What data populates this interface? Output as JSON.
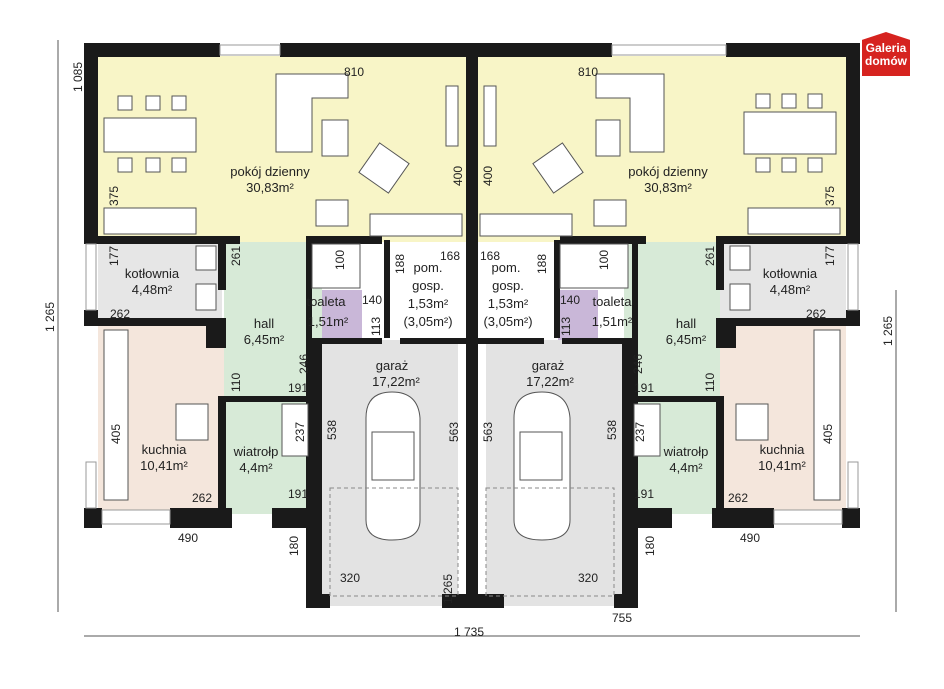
{
  "logo": {
    "line1": "Galeria",
    "line2": "domów",
    "color": "#d6231f"
  },
  "colors": {
    "living": "#f8f5c7",
    "hall": "#d7ead7",
    "garage": "#e3e3e3",
    "kitchen": "#f4e6dc",
    "boiler": "#e6e6e6",
    "toilet": "#c9b7d8",
    "wall": "#1a1a1a"
  },
  "rooms": {
    "living_name": "pokój dzienny",
    "living_area": "30,83m²",
    "boiler_name": "kotłownia",
    "boiler_area": "4,48m²",
    "hall_name": "hall",
    "hall_area": "6,45m²",
    "kitchen_name": "kuchnia",
    "kitchen_area": "10,41m²",
    "wind_name": "wiatrołp",
    "wind_area": "4,4m²",
    "garage_name": "garaż",
    "garage_area": "17,22m²",
    "toilet_name": "toaleta",
    "toilet_area": "1,51m²",
    "util_name1": "pom.",
    "util_name2": "gosp.",
    "util_area": "1,53m²",
    "util_area2": "(3,05m²)"
  },
  "dims": {
    "d1085": "1 085",
    "d1265": "1 265",
    "d810": "810",
    "d400": "400",
    "d375": "375",
    "d177": "177",
    "d261": "261",
    "d168": "168",
    "d188": "188",
    "d100": "100",
    "d140": "140",
    "d113": "113",
    "d262": "262",
    "d246": "246",
    "d110": "110",
    "d191": "191",
    "d405": "405",
    "d237": "237",
    "d538": "538",
    "d563": "563",
    "d490": "490",
    "d180": "180",
    "d320": "320",
    "d755": "755",
    "d1735": "1 735"
  }
}
